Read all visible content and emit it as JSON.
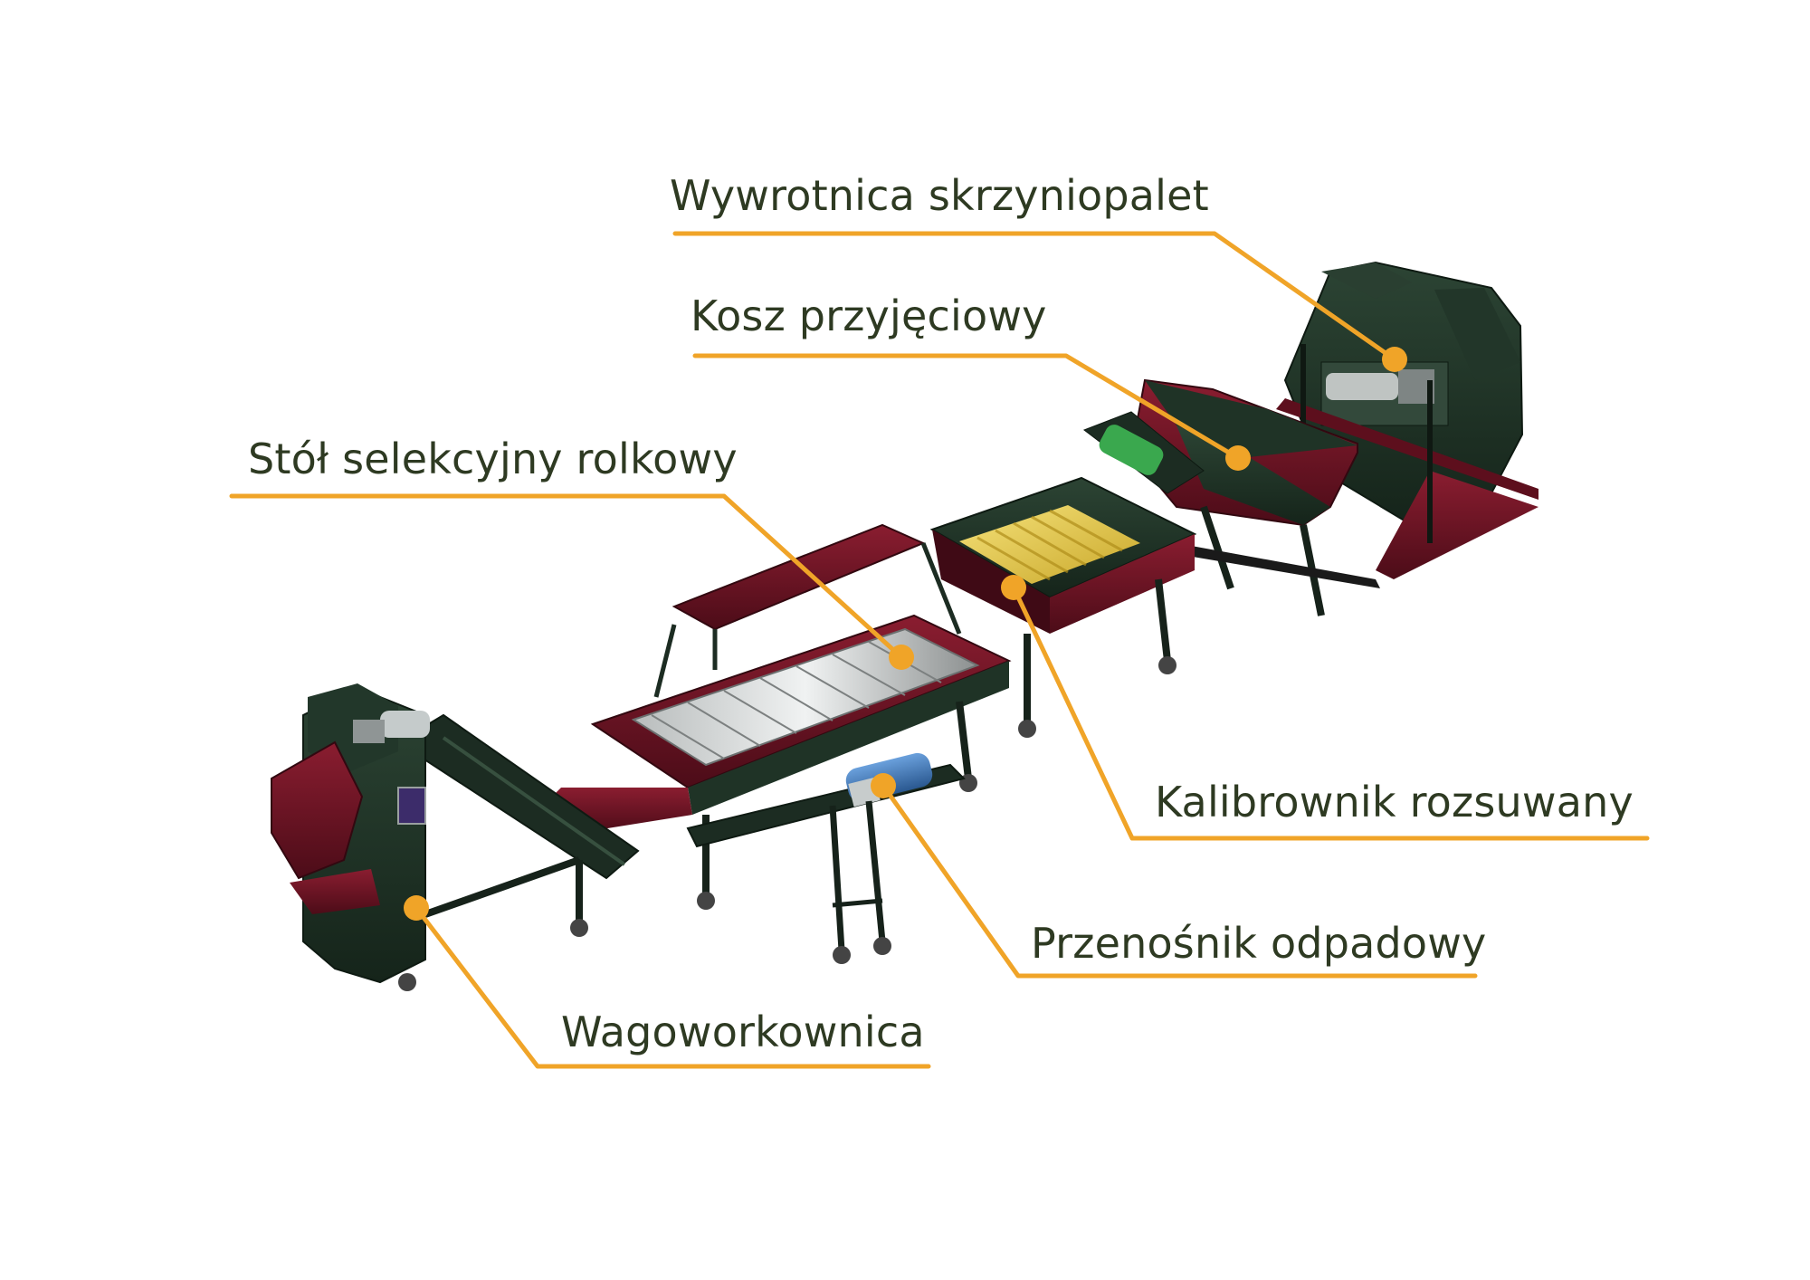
{
  "labels": {
    "wywrotnica": "Wywrotnica skrzyniopalet",
    "kosz": "Kosz przyjęciowy",
    "stol": "Stół selekcyjny rolkowy",
    "kalibrownik": "Kalibrownik rozsuwany",
    "przenosnik": "Przenośnik odpadowy",
    "wagoworkownica": "Wagoworkownica"
  },
  "colors": {
    "text": "#2e3a22",
    "leader": "#f0a428",
    "machine_green": "#1f3326",
    "machine_maroon": "#6e1424",
    "calibrator_yellow": "#e8d24a",
    "motor_blue": "#3a6fb0"
  }
}
